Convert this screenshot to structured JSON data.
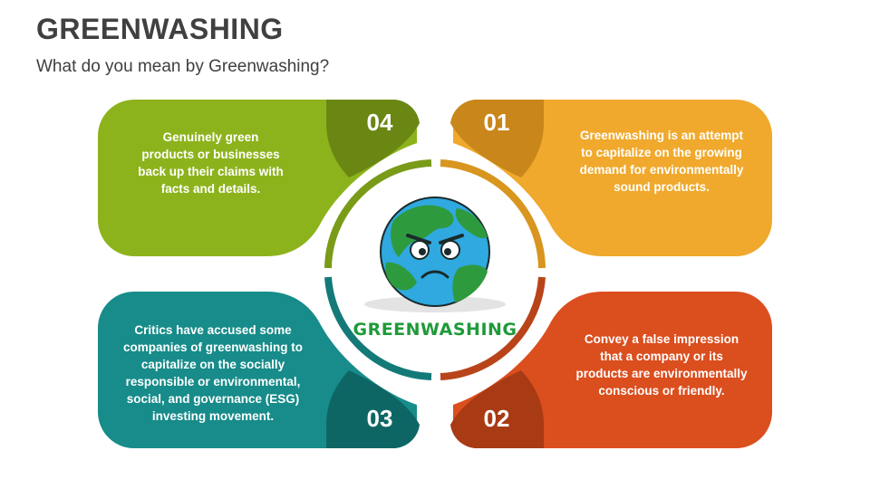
{
  "header": {
    "title": "GREENWASHING",
    "subtitle": "What do you mean by Greenwashing?"
  },
  "center": {
    "label": "GREENWASHING",
    "icon": "angry-earth-icon"
  },
  "cards": [
    {
      "number": "01",
      "text": "Greenwashing is an attempt to capitalize on the growing demand for environmentally sound products.",
      "color": "#F0A92C",
      "tab_color": "#C9861A"
    },
    {
      "number": "02",
      "text": "Convey a false impression that a company or its products are environmentally conscious or friendly.",
      "color": "#DB4E1E",
      "tab_color": "#A83A14"
    },
    {
      "number": "03",
      "text": "Critics have accused some companies of greenwashing to capitalize on the socially responsible or environmental, social, and governance (ESG) investing movement.",
      "color": "#178C8A",
      "tab_color": "#0E6664"
    },
    {
      "number": "04",
      "text": "Genuinely green products or businesses back up their claims with facts and details.",
      "color": "#8DB31C",
      "tab_color": "#6A8714"
    }
  ]
}
